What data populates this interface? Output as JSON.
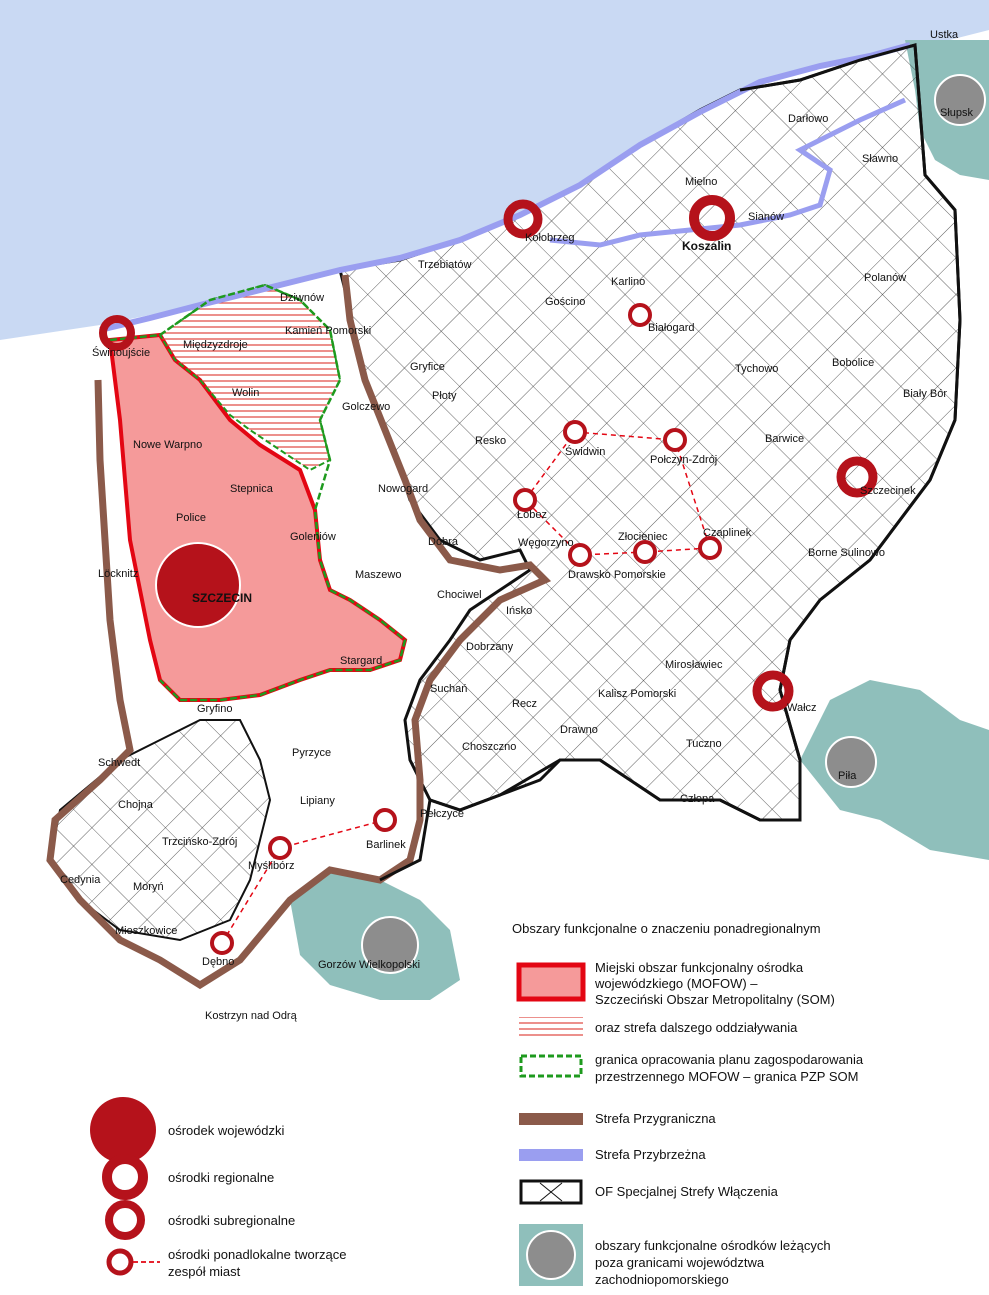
{
  "legend": {
    "title": "Obszary funkcjonalne o znaczeniu ponadregionalnym",
    "mofow_lines": [
      "Miejski obszar funkcjonalny ośrodka",
      "wojewódzkiego (MOFOW) –",
      "Szczeciński Obszar Metropolitalny (SOM)"
    ],
    "outer_zone": "oraz strefa dalszego oddziaływania",
    "pzp_lines": [
      "granica opracowania planu zagospodarowania",
      "przestrzennego MOFOW – granica PZP SOM"
    ],
    "border_zone": "Strefa Przygraniczna",
    "coastal_zone": "Strefa Przybrzeżna",
    "special_zone": "OF Specjalnej Strefy Włączenia",
    "outside_lines": [
      "obszary funkcjonalne  ośrodków leżących",
      "poza granicami województwa",
      "zachodniopomorskiego"
    ]
  },
  "centers_legend": {
    "voivodeship": "ośrodek wojewódzki",
    "regional": "ośrodki regionalne",
    "subregional": "ośrodki subregionalne",
    "supralocal_lines": [
      "ośrodki ponadlokalne tworzące",
      "zespół miast"
    ]
  },
  "colors": {
    "sea": "#c9d9f3",
    "mofow_fill": "#f59a9a",
    "center_red": "#b5121b",
    "border_zone": "#8b5a4a",
    "coastal_zone": "#9a9ef0",
    "pzp_green": "#1e9a1e",
    "outside_teal": "#8fbfbb",
    "outside_circle": "#8d8d8d"
  },
  "cities": {
    "ustka": "Ustka",
    "slupsk": "Słupsk",
    "darlowo": "Darłowo",
    "slawno": "Sławno",
    "mielno": "Mielno",
    "sianow": "Sianów",
    "koszalin": "Koszalin",
    "kolobrzeg": "Kołobrzeg",
    "trzebiatow": "Trzebiatów",
    "karlino": "Karlino",
    "goscino": "Gościno",
    "bialogard": "Białogard",
    "polanow": "Polanów",
    "dziwnow": "Dziwnów",
    "kamien": "Kamień Pomorski",
    "swinoujscie": "Świnoujście",
    "miedzyzdroje": "Międzyzdroje",
    "wolin": "Wolin",
    "gryfice": "Gryfice",
    "ploty": "Płoty",
    "tychowo": "Tychowo",
    "bobolice": "Bobolice",
    "bialy_bor": "Biały Bór",
    "golczewo": "Golczewo",
    "resko": "Resko",
    "swidwin": "Świdwin",
    "polczyn": "Połczyn-Zdrój",
    "barwice": "Barwice",
    "szczecinek": "Szczecinek",
    "nowe_warpno": "Nowe Warpno",
    "stepnica": "Stepnica",
    "nowogard": "Nowogard",
    "lobez": "Łobez",
    "police": "Police",
    "goleniow": "Goleniów",
    "dobra": "Dobra",
    "wegorzyno": "Węgorzyno",
    "zlocieniec": "Złocieniec",
    "czaplinek": "Czaplinek",
    "borne": "Borne Sulinowo",
    "locknitz": "Löcknitz",
    "maszewo": "Maszewo",
    "drawsko": "Drawsko Pomorskie",
    "szczecin": "SZCZECIN",
    "chociwel": "Chociwel",
    "insko": "Ińsko",
    "dobrzany": "Dobrzany",
    "stargard": "Stargard",
    "miroslawiec": "Mirosławiec",
    "gryfino": "Gryfino",
    "suchan": "Suchań",
    "kalisz": "Kalisz Pomorski",
    "walcz": "Wałcz",
    "recz": "Recz",
    "drawno": "Drawno",
    "choszczno": "Choszczno",
    "tuczno": "Tuczno",
    "schwedt": "Schwedt",
    "pyrzyce": "Pyrzyce",
    "pila": "Piła",
    "chojna": "Chojna",
    "lipiany": "Lipiany",
    "pelczyce": "Pełczyce",
    "czlopa": "Człopa",
    "trzcinsko": "Trzcińsko-Zdrój",
    "barlinek": "Barlinek",
    "mysliborz": "Myślibórz",
    "cedynia": "Cedynia",
    "moryn": "Moryń",
    "mieszkowice": "Mieszkowice",
    "debno": "Dębno",
    "gorzow": "Gorzów Wielkopolski",
    "kostrzyn": "Kostrzyn nad Odrą"
  }
}
